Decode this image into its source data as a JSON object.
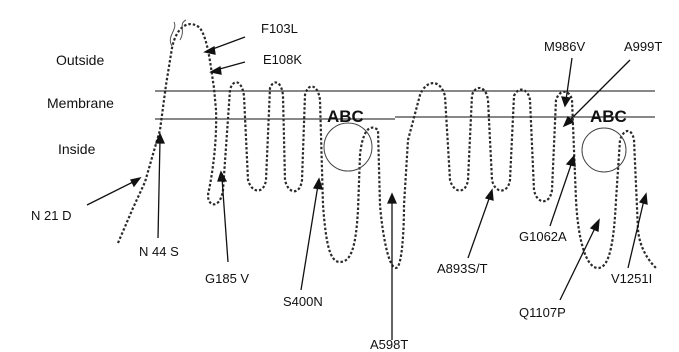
{
  "regions": {
    "outside": "Outside",
    "membrane": "Membrane",
    "inside": "Inside"
  },
  "domains": [
    "ABC",
    "ABC"
  ],
  "mutations": [
    "N 21 D",
    "N 44 S",
    "F103L",
    "E108K",
    "G185 V",
    "S400N",
    "A598T",
    "A893S/T",
    "M986V",
    "A999T",
    "G1062A",
    "Q1107P",
    "V1251I"
  ],
  "colors": {
    "ink": "#111111",
    "bead": "#bdbdbd",
    "background": "#ffffff"
  }
}
